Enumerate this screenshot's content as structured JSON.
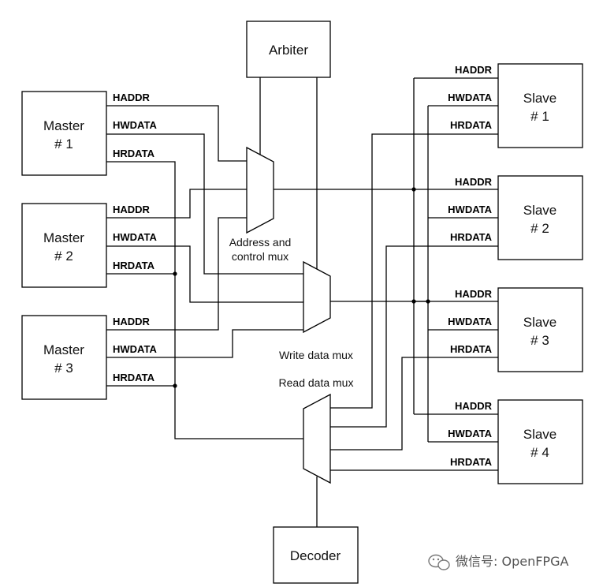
{
  "arbiter": "Arbiter",
  "decoder": "Decoder",
  "masters": [
    {
      "line1": "Master",
      "line2": "# 1"
    },
    {
      "line1": "Master",
      "line2": "# 2"
    },
    {
      "line1": "Master",
      "line2": "# 3"
    }
  ],
  "slaves": [
    {
      "line1": "Slave",
      "line2": "# 1"
    },
    {
      "line1": "Slave",
      "line2": "# 2"
    },
    {
      "line1": "Slave",
      "line2": "# 3"
    },
    {
      "line1": "Slave",
      "line2": "# 4"
    }
  ],
  "signals": {
    "haddr": "HADDR",
    "hwdata": "HWDATA",
    "hrdata": "HRDATA"
  },
  "captions": {
    "addr_mux_line1": "Address and",
    "addr_mux_line2": "control mux",
    "write_mux": "Write data mux",
    "read_mux": "Read data mux"
  },
  "watermark": "微信号: OpenFPGA"
}
